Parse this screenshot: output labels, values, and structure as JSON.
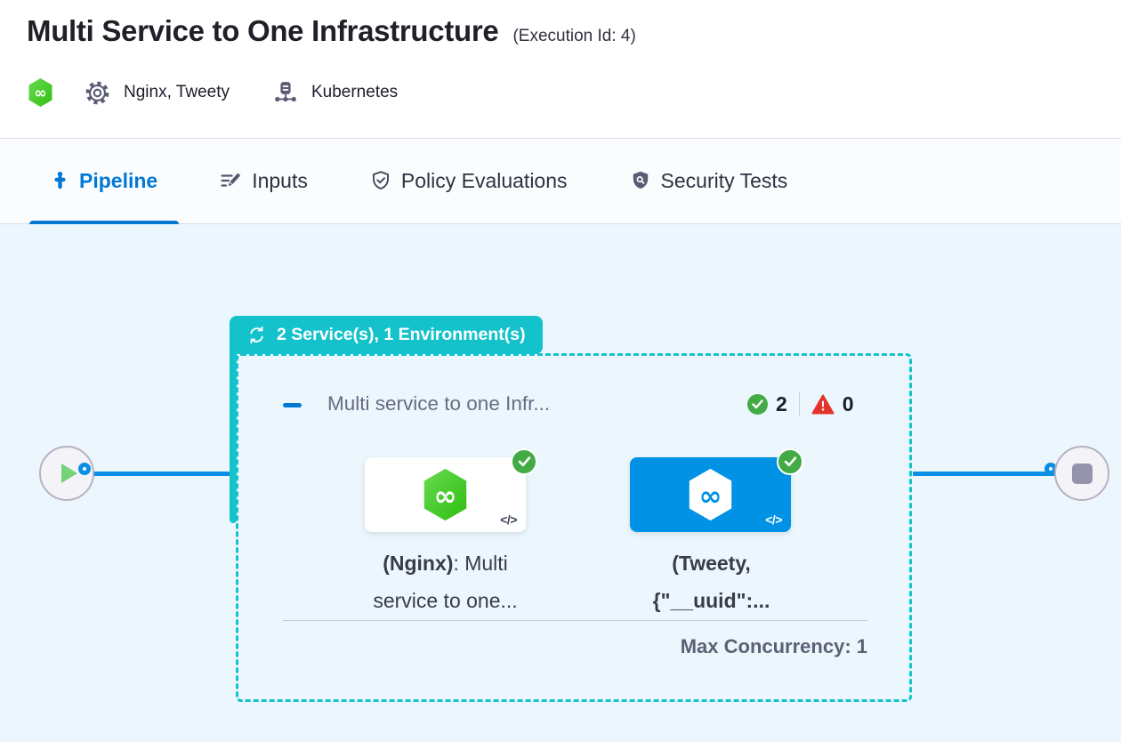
{
  "header": {
    "title": "Multi Service to One Infrastructure",
    "execution_id": "(Execution Id: 4)",
    "services": "Nginx, Tweety",
    "environment": "Kubernetes"
  },
  "tabs": [
    {
      "label": "Pipeline",
      "active": true
    },
    {
      "label": "Inputs",
      "active": false
    },
    {
      "label": "Policy Evaluations",
      "active": false
    },
    {
      "label": "Security Tests",
      "active": false
    }
  ],
  "pipeline": {
    "stage_badge": "2 Service(s), 1 Environment(s)",
    "stage_title": "Multi service to one Infr...",
    "success_count": "2",
    "error_count": "0",
    "cards": [
      {
        "label_bold": "(Nginx)",
        "label_rest": ": Multi service to one...",
        "code_glyph": "</>"
      },
      {
        "label_bold": "(Tweety, {\"__uuid\":...",
        "label_rest": "",
        "code_glyph": "</>"
      }
    ],
    "max_concurrency": "Max Concurrency: 1"
  },
  "colors": {
    "accent_blue": "#0278d5",
    "edge_blue": "#0a8fe4",
    "stage_teal": "#14c2cc",
    "card_blue": "#0092e4",
    "success_green": "#42ab45",
    "error_red": "#e4332b",
    "canvas_bg": "#ebf7fd"
  }
}
